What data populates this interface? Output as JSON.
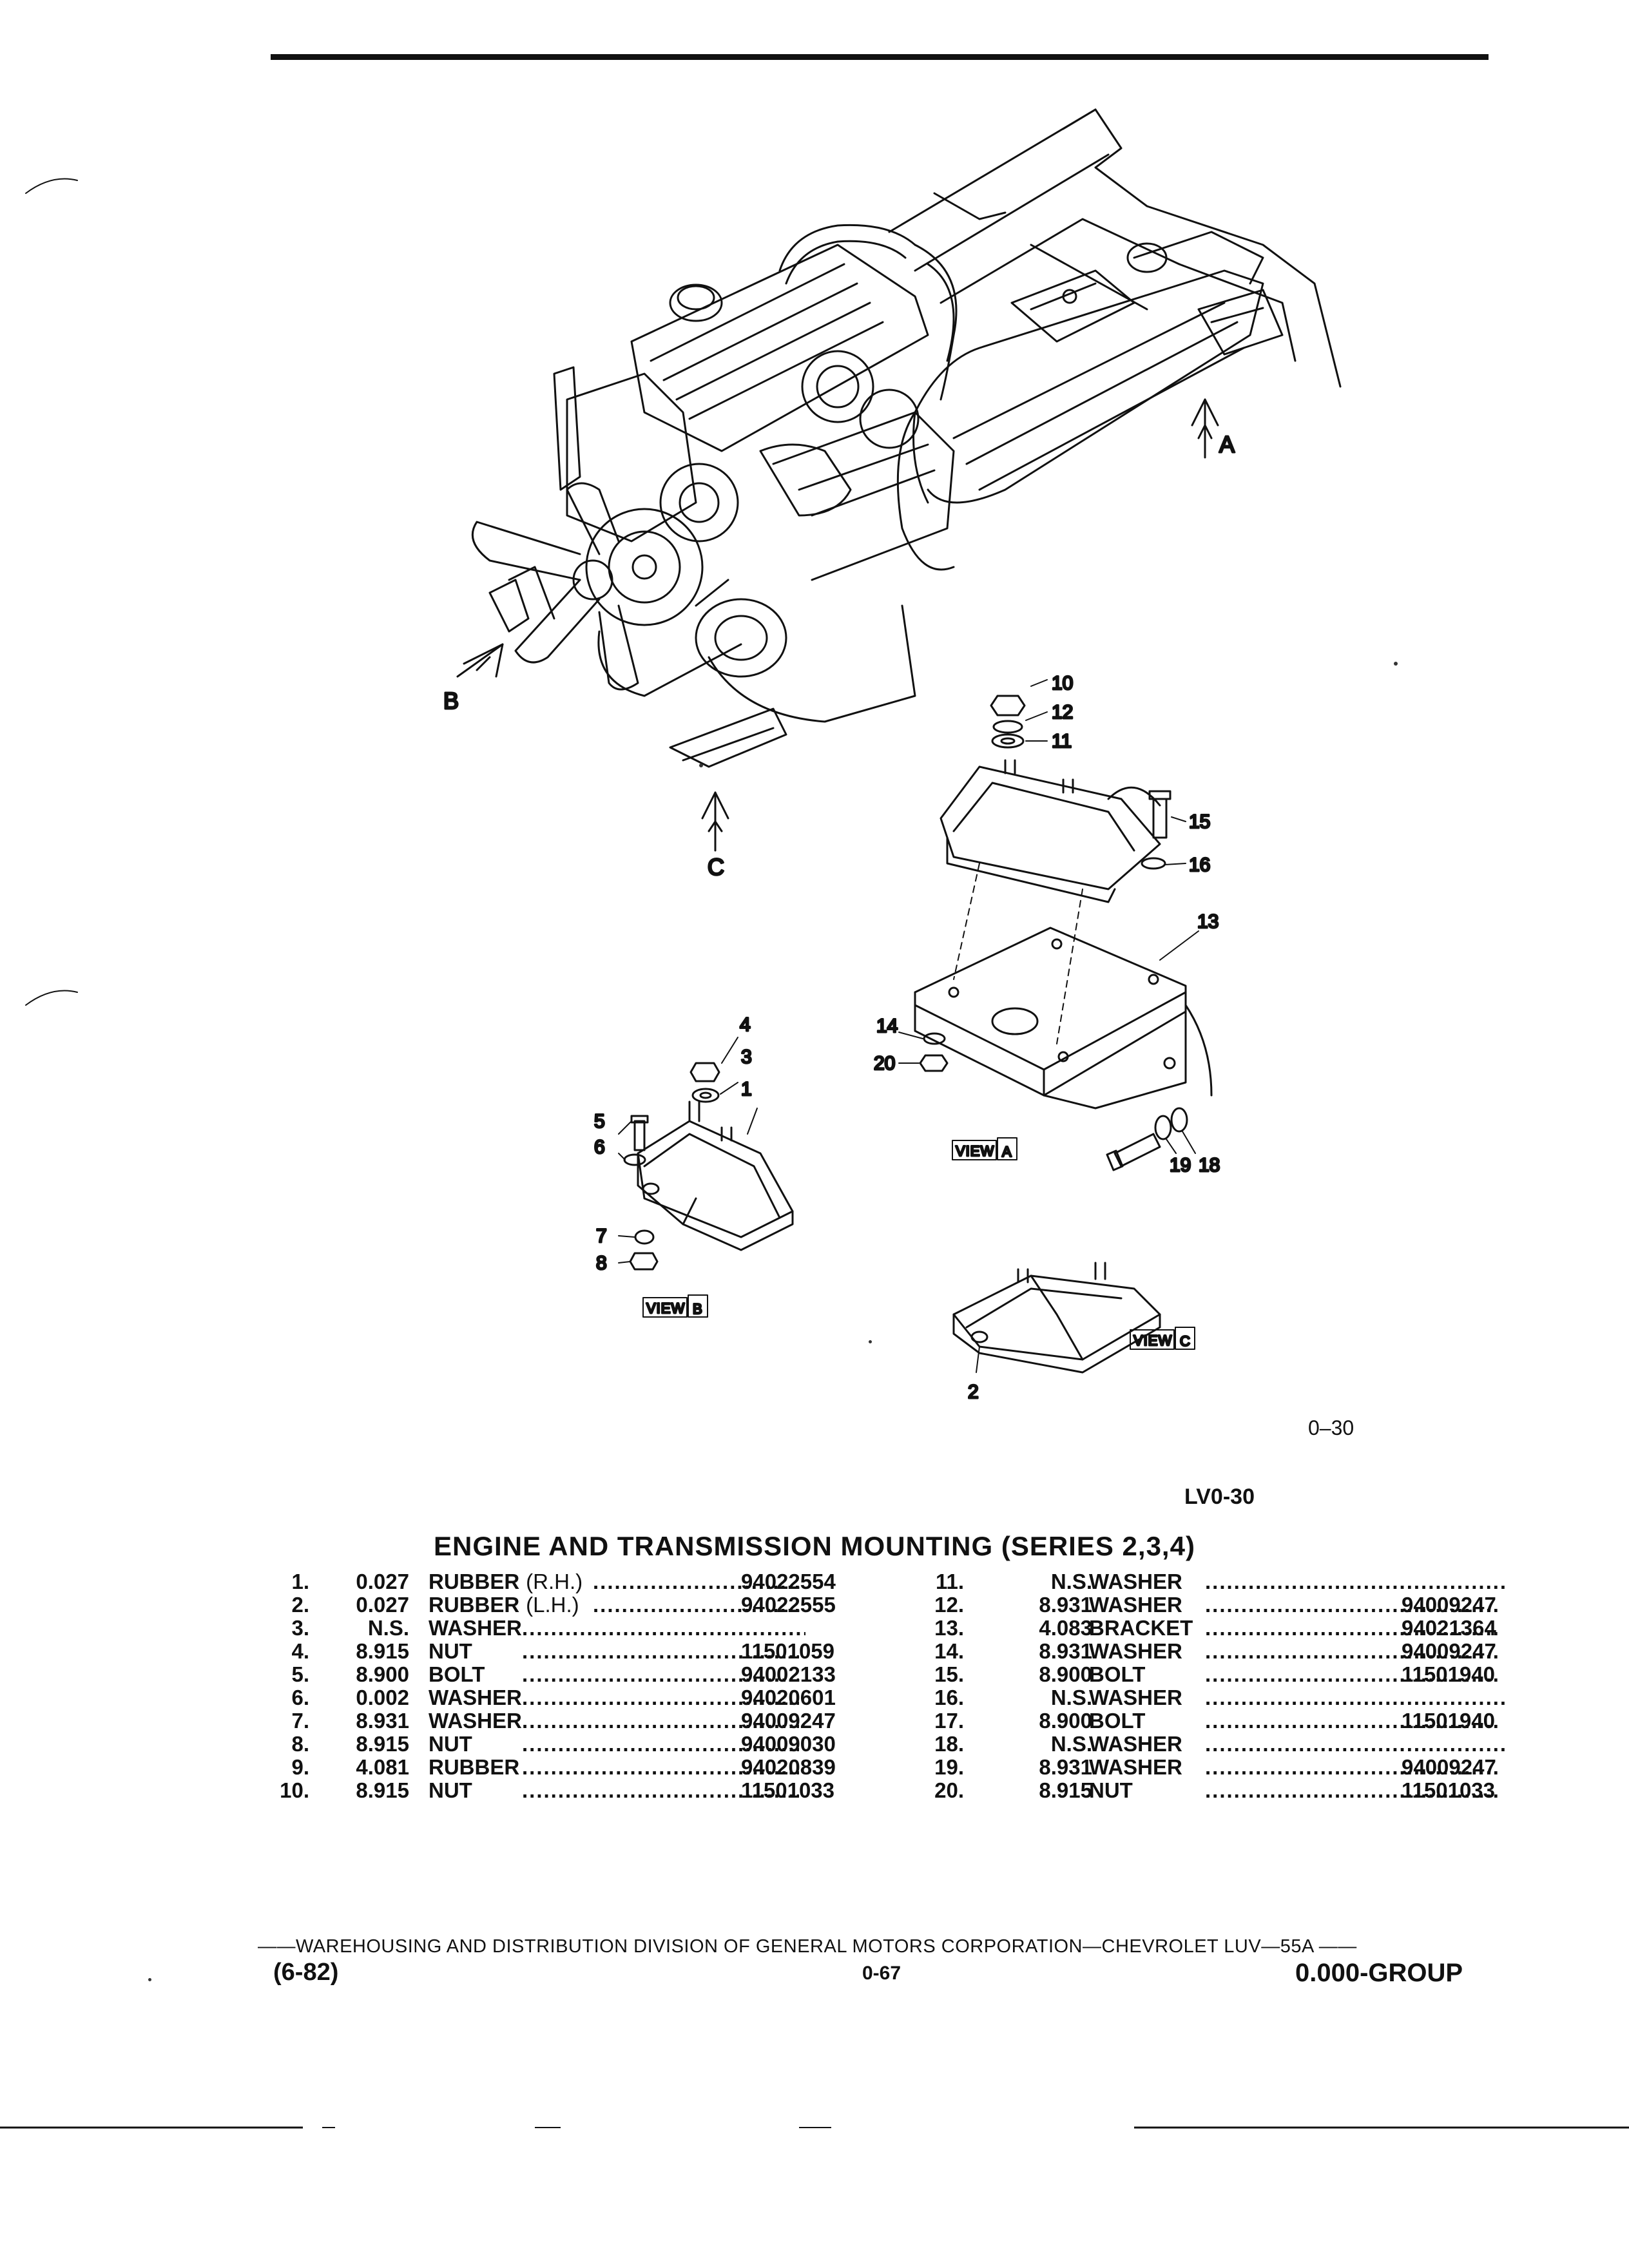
{
  "figure": {
    "code": "0–30",
    "callouts": [
      "1",
      "2",
      "3",
      "4",
      "5",
      "6",
      "7",
      "8",
      "10",
      "11",
      "12",
      "13",
      "14",
      "15",
      "16",
      "18",
      "19",
      "20"
    ],
    "view_labels": {
      "a": "VIEW",
      "b": "VIEW",
      "c": "VIEW"
    },
    "view_letters": {
      "a": "A",
      "b": "B",
      "c": "C"
    },
    "arrow_letters": {
      "a": "A",
      "b": "B",
      "c": "C"
    }
  },
  "page_code": "LV0-30",
  "parts_title": "ENGINE AND TRANSMISSION MOUNTING (SERIES 2,3,4)",
  "parts_left": [
    {
      "num": "1.",
      "qty": "0.027",
      "name": "RUBBER",
      "sub": "(R.H.)",
      "pn": "94022554"
    },
    {
      "num": "2.",
      "qty": "0.027",
      "name": "RUBBER",
      "sub": "(L.H.)",
      "pn": "94022555"
    },
    {
      "num": "3.",
      "qty": "N.S.",
      "name": "WASHER",
      "sub": "",
      "pn": ""
    },
    {
      "num": "4.",
      "qty": "8.915",
      "name": "NUT",
      "sub": "",
      "pn": "11501059"
    },
    {
      "num": "5.",
      "qty": "8.900",
      "name": "BOLT",
      "sub": "",
      "pn": "94002133"
    },
    {
      "num": "6.",
      "qty": "0.002",
      "name": "WASHER",
      "sub": "",
      "pn": "94020601"
    },
    {
      "num": "7.",
      "qty": "8.931",
      "name": "WASHER",
      "sub": "",
      "pn": "94009247"
    },
    {
      "num": "8.",
      "qty": "8.915",
      "name": "NUT",
      "sub": "",
      "pn": "94009030"
    },
    {
      "num": "9.",
      "qty": "4.081",
      "name": "RUBBER",
      "sub": "",
      "pn": "94020839"
    },
    {
      "num": "10.",
      "qty": "8.915",
      "name": "NUT",
      "sub": "",
      "pn": "11501033"
    }
  ],
  "parts_right": [
    {
      "num": "11.",
      "qty": "N.S.",
      "name": "WASHER",
      "sub": "",
      "pn": ""
    },
    {
      "num": "12.",
      "qty": "8.931",
      "name": "WASHER",
      "sub": "",
      "pn": "94009247"
    },
    {
      "num": "13.",
      "qty": "4.083",
      "name": "BRACKET",
      "sub": "",
      "pn": "94021364"
    },
    {
      "num": "14.",
      "qty": "8.931",
      "name": "WASHER",
      "sub": "",
      "pn": "94009247"
    },
    {
      "num": "15.",
      "qty": "8.900",
      "name": "BOLT",
      "sub": "",
      "pn": "11501940"
    },
    {
      "num": "16.",
      "qty": "N.S.",
      "name": "WASHER",
      "sub": "",
      "pn": ""
    },
    {
      "num": "17.",
      "qty": "8.900",
      "name": "BOLT",
      "sub": "",
      "pn": "11501940"
    },
    {
      "num": "18.",
      "qty": "N.S.",
      "name": "WASHER",
      "sub": "",
      "pn": ""
    },
    {
      "num": "19.",
      "qty": "8.931",
      "name": "WASHER",
      "sub": "",
      "pn": "94009247"
    },
    {
      "num": "20.",
      "qty": "8.915",
      "name": "NUT",
      "sub": "",
      "pn": "11501033"
    }
  ],
  "footer": {
    "line": "——WAREHOUSING AND DISTRIBUTION  DIVISION OF GENERAL MOTORS CORPORATION—CHEVROLET LUV—55A  ——",
    "date": "(6-82)",
    "page": "0-67",
    "group": "0.000-GROUP"
  }
}
